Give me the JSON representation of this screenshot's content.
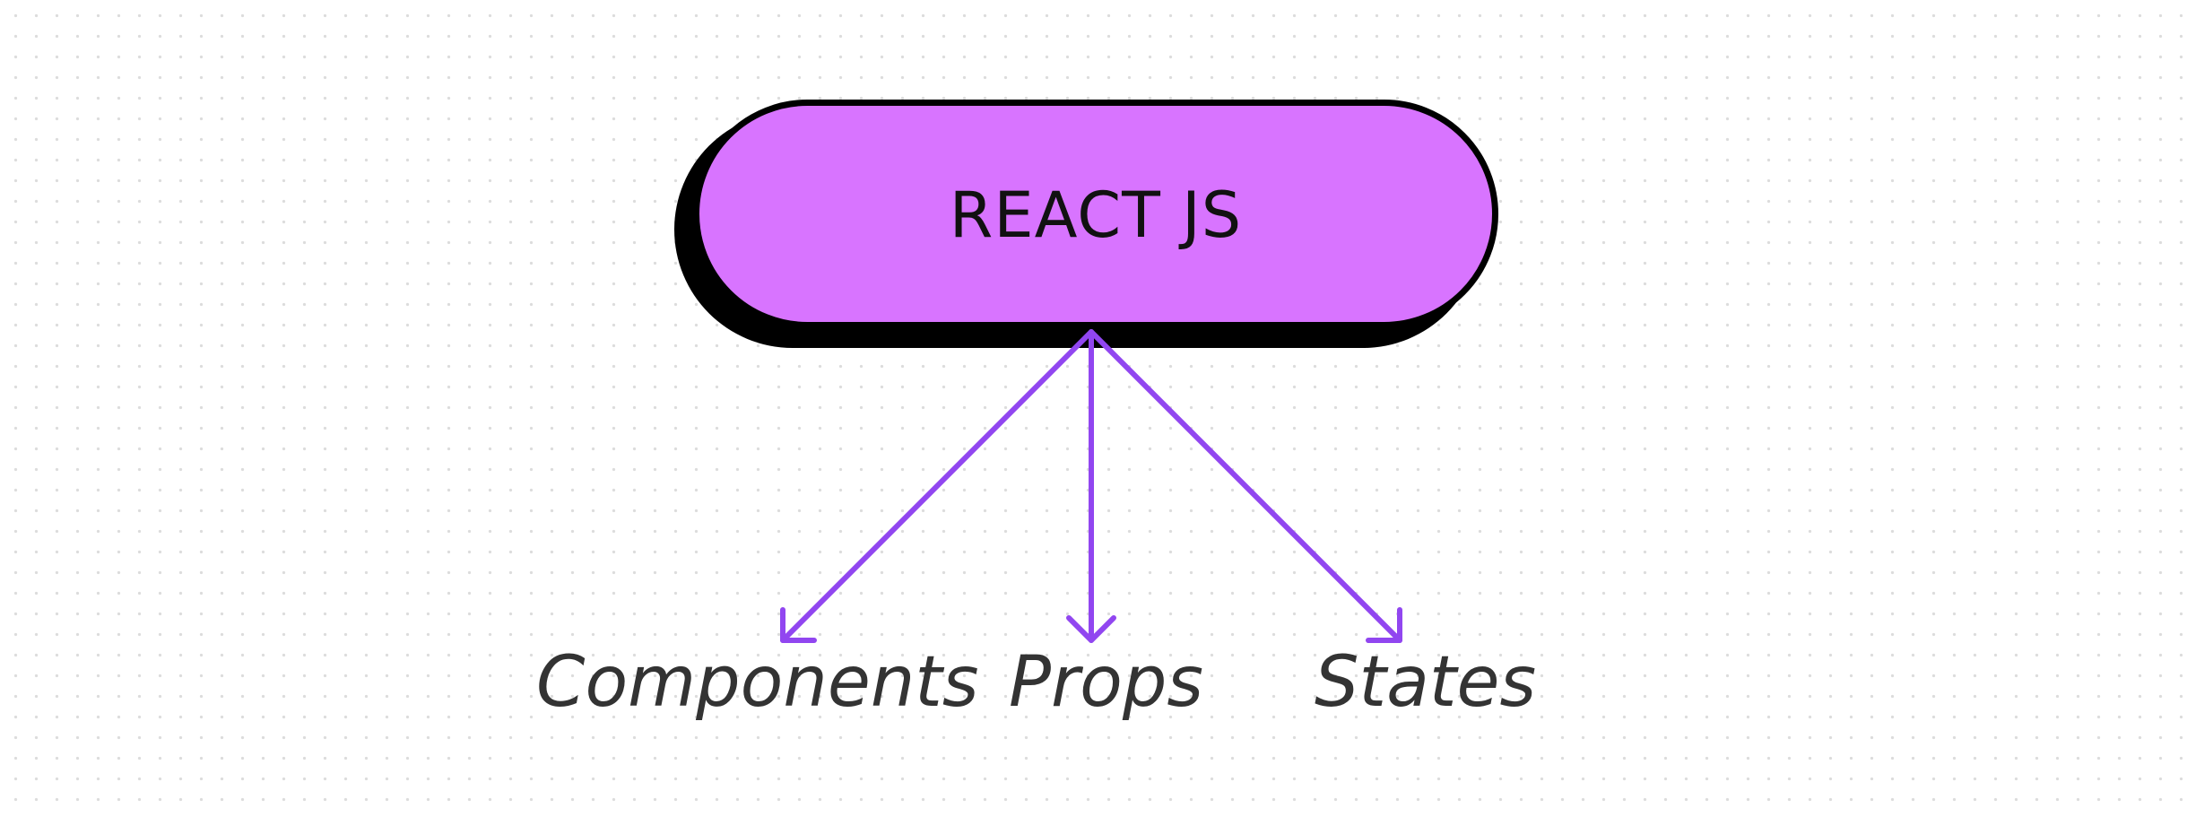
{
  "diagram": {
    "root": {
      "label": "REACT JS",
      "fill_color": "#d874ff",
      "border_color": "#000000"
    },
    "children": [
      {
        "label": "Components"
      },
      {
        "label": "Props"
      },
      {
        "label": "States"
      }
    ],
    "arrow_color": "#9146f0",
    "label_color": "#333333"
  }
}
